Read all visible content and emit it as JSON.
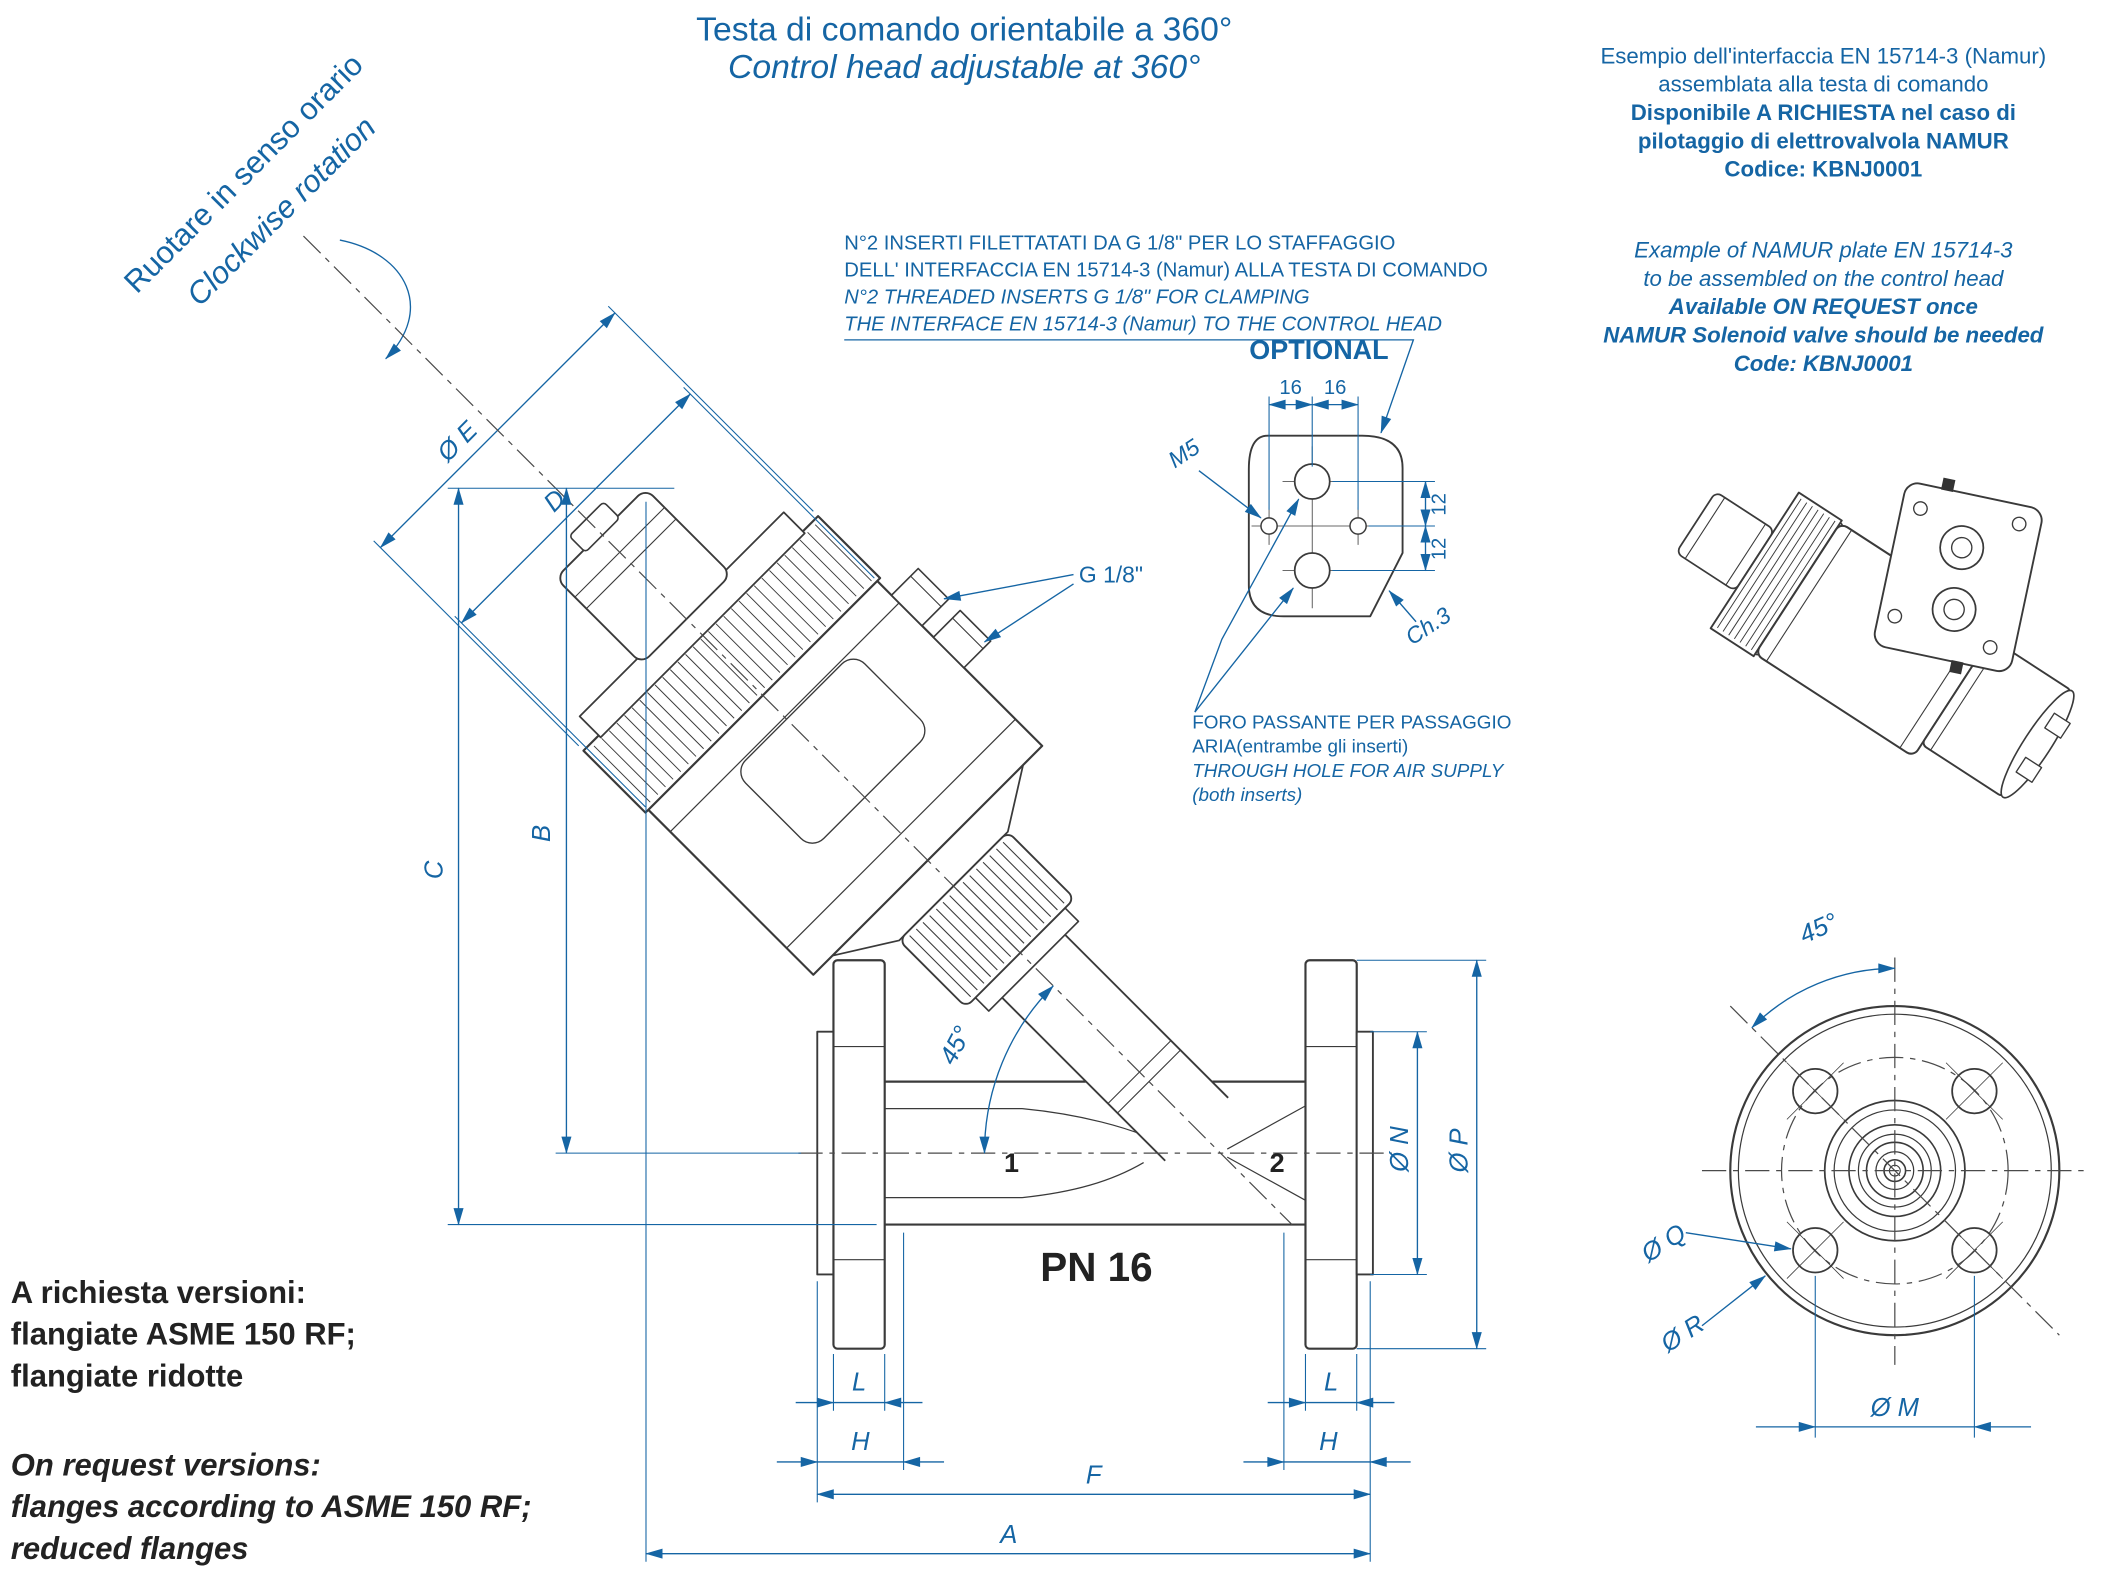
{
  "title": {
    "it": "Testa di comando orientabile a 360°",
    "en": "Control head adjustable at 360°"
  },
  "rotation": {
    "it": "Ruotare in senso orario",
    "en": "Clockwise rotation"
  },
  "namur_note_it": [
    "Esempio dell'interfaccia EN 15714-3 (Namur)",
    "assemblata alla testa di comando",
    "Disponibile A RICHIESTA nel caso di",
    "pilotaggio di elettrovalvola NAMUR",
    "Codice: KBNJ0001"
  ],
  "namur_note_en": [
    "Example of NAMUR plate EN 15714-3",
    "to be assembled on the control head",
    "Available ON REQUEST once",
    "NAMUR Solenoid valve should be needed",
    "Code: KBNJ0001"
  ],
  "inserts_note": [
    "N°2 INSERTI FILETTATATI DA G 1/8\"  PER LO STAFFAGGIO",
    "DELL' INTERFACCIA EN 15714-3 (Namur)  ALLA TESTA DI COMANDO",
    "N°2 THREADED INSERTS G 1/8\" FOR CLAMPING",
    "THE INTERFACE EN 15714-3 (Namur) TO THE CONTROL HEAD"
  ],
  "air_note": [
    "FORO PASSANTE PER PASSAGGIO",
    "ARIA(entrambe gli inserti)",
    "THROUGH HOLE FOR AIR SUPPLY",
    "(both inserts)"
  ],
  "optional": "OPTIONAL",
  "dims": {
    "A": "A",
    "B": "B",
    "C": "C",
    "D": "D",
    "E": "Ø E",
    "F": "F",
    "L": "L",
    "H": "H",
    "N": "Ø N",
    "P": "Ø P",
    "M": "Ø M",
    "Q": "Ø Q",
    "R": "Ø R",
    "angle": "45°",
    "d16": "16",
    "d12": "12",
    "m5": "M5",
    "ch3": "Ch.3",
    "g18": "G 1/8\""
  },
  "valve": {
    "pn": "PN 16",
    "port1": "1",
    "port2": "2"
  },
  "footnote_it": [
    "A richiesta versioni:",
    "flangiate ASME 150 RF;",
    "flangiate ridotte"
  ],
  "footnote_en": [
    "On request versions:",
    "flanges according to ASME 150 RF;",
    "reduced flanges"
  ],
  "colors": {
    "accent_blue": "#1565A4",
    "line_ink": "#3A3A3A"
  }
}
